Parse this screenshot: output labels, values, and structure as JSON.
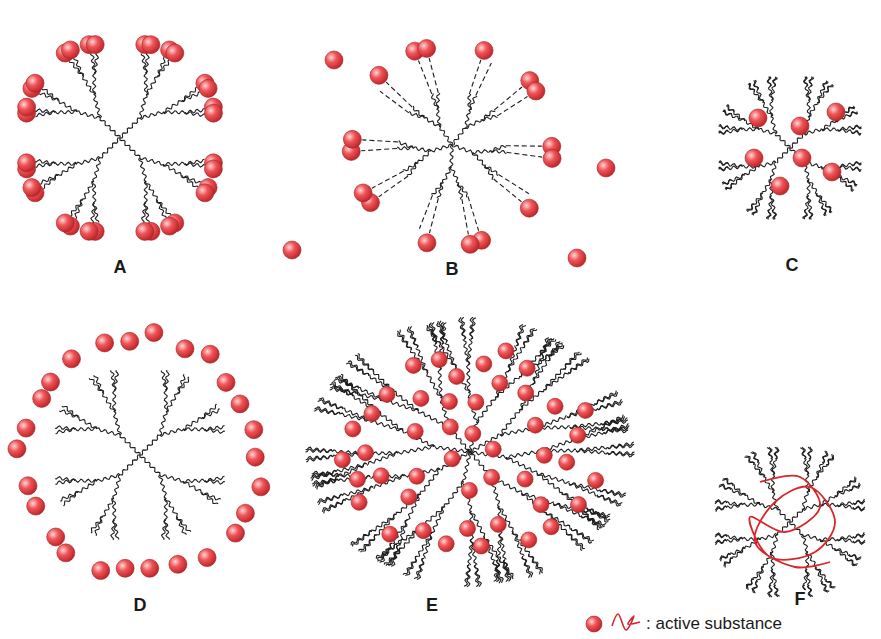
{
  "diagram": {
    "labels": [
      "A",
      "B",
      "C",
      "D",
      "E",
      "F"
    ],
    "legend": [
      {
        "text": ": active substance"
      }
    ]
  }
}
